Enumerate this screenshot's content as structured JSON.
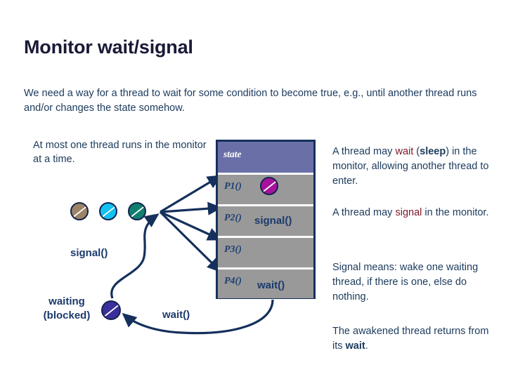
{
  "slide": {
    "title": "Monitor wait/signal",
    "intro": "We need a way for a thread to wait for some condition to become true, e.g., until another thread runs and/or changes the state somehow.",
    "caption_at_most": "At most one thread runs in the monitor at a time."
  },
  "monitor": {
    "header_label": "state",
    "rows": [
      {
        "label": "P1()",
        "call": ""
      },
      {
        "label": "P2()",
        "call": "signal()"
      },
      {
        "label": "P3()",
        "call": ""
      },
      {
        "label": "P4()",
        "call": "wait()"
      }
    ]
  },
  "diagram": {
    "signal_edge_label": "signal()",
    "wait_edge_label": "wait()",
    "waiting_label_line1": "waiting",
    "waiting_label_line2": "(blocked)",
    "pucks": [
      {
        "name": "thread-tan",
        "color": "#9c8466",
        "glyph": "bolt"
      },
      {
        "name": "thread-cyan",
        "color": "#13c2f0",
        "glyph": "bolt"
      },
      {
        "name": "thread-teal",
        "color": "#117f70",
        "glyph": "bolt"
      },
      {
        "name": "thread-waiting",
        "color": "#3b2f9b",
        "glyph": "bolt"
      },
      {
        "name": "thread-in-monitor",
        "color": "#a8119b",
        "glyph": "bolt"
      }
    ],
    "bolt_glyph": "╱"
  },
  "right_column": {
    "block1": {
      "pre": "A thread may ",
      "kw1": "wait",
      "mid": " (",
      "kw2": "sleep",
      "post": ") in the monitor, allowing another thread to enter."
    },
    "block2": {
      "pre": "A thread may ",
      "kw1": "signal",
      "post": " in the monitor."
    },
    "block3": {
      "text": "Signal means: wake one waiting thread, if there is one, else do nothing."
    },
    "block4": {
      "pre": "The awakened thread returns from its ",
      "kw1": "wait",
      "post": "."
    }
  },
  "colors": {
    "title": "#191938",
    "body_text": "#1b3a5c",
    "keyword_red": "#7d1528",
    "monitor_header": "#6b6fa8",
    "monitor_row": "#999999",
    "monitor_border": "#15305c",
    "arrow": "#15305c"
  }
}
